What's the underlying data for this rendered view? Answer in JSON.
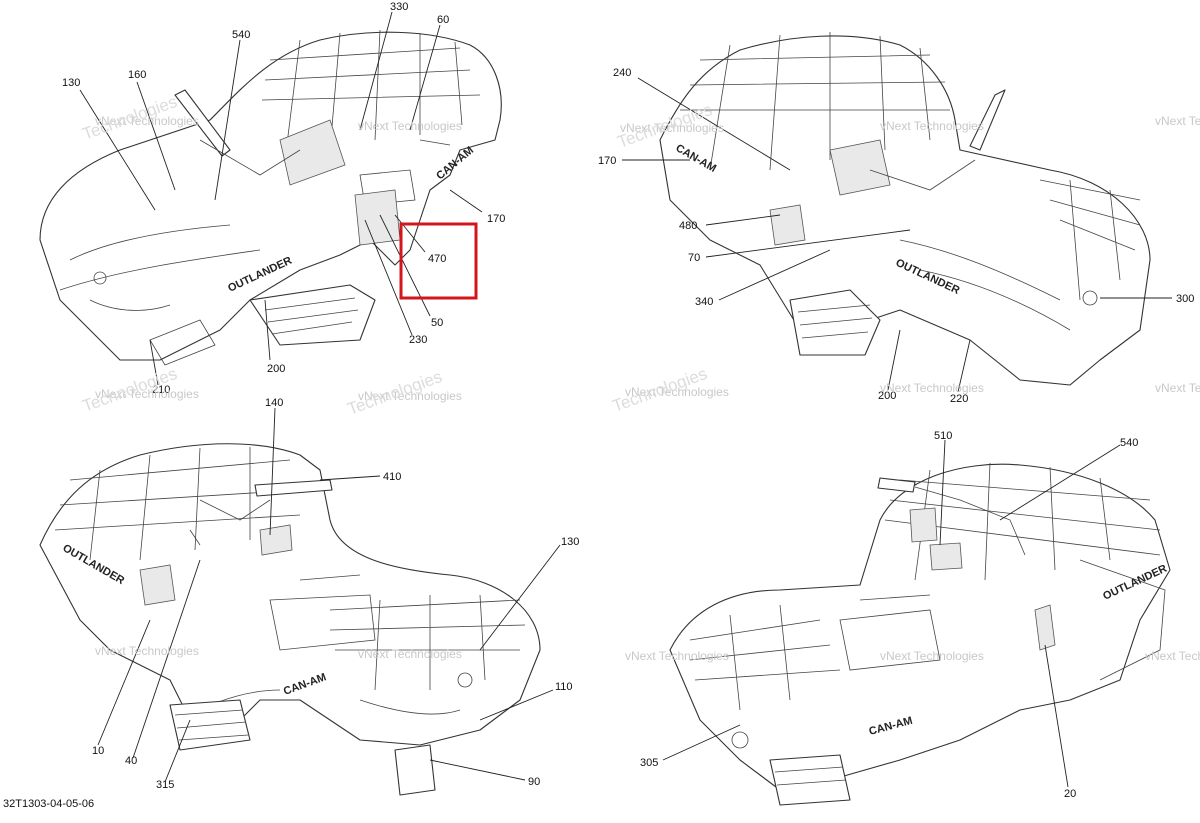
{
  "diagram": {
    "code": "32T1303-04-05-06",
    "watermark": "vNext Technologies",
    "highlight_color": "#d3161b",
    "highlighted_callout": "470",
    "brand_text": [
      "CAN-AM",
      "OUTLANDER"
    ],
    "views": [
      {
        "id": "front-left",
        "callouts": [
          "330",
          "60",
          "540",
          "160",
          "130",
          "170",
          "470",
          "50",
          "230",
          "200",
          "210"
        ]
      },
      {
        "id": "rear-right",
        "callouts": [
          "240",
          "170",
          "480",
          "70",
          "340",
          "300",
          "200",
          "220"
        ]
      },
      {
        "id": "rear-left",
        "callouts": [
          "140",
          "410",
          "130",
          "110",
          "10",
          "40",
          "315",
          "90"
        ]
      },
      {
        "id": "front-right",
        "callouts": [
          "510",
          "540",
          "305",
          "20"
        ]
      }
    ]
  }
}
